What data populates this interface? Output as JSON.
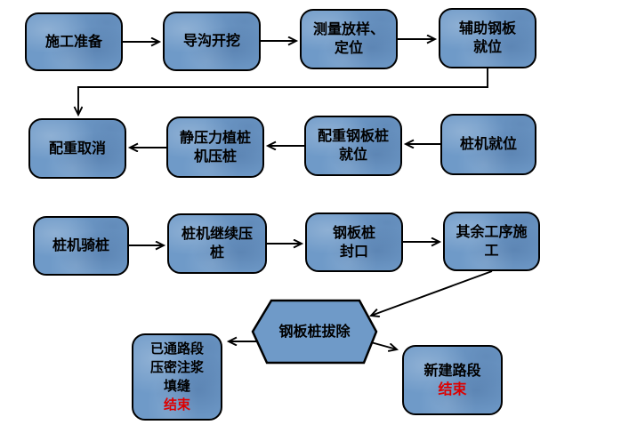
{
  "colors": {
    "node_fill": "#6f9ac8",
    "node_border": "#000000",
    "arrow": "#000000",
    "end_text": "#dd0000"
  },
  "nodes": {
    "prep": {
      "label": "施工准备"
    },
    "trench": {
      "label": "导沟开挖"
    },
    "survey": {
      "label": "测量放样、\n定位"
    },
    "aux_plate": {
      "label": "辅助钢板\n就位"
    },
    "counterweight_cancel": {
      "label": "配重取消"
    },
    "static_pile_press": {
      "label": "静压力植桩\n机压桩"
    },
    "counterweight_plate": {
      "label": "配重钢板桩\n就位"
    },
    "pile_machine_inplace": {
      "label": "桩机就位"
    },
    "pile_machine_ride": {
      "label": "桩机骑桩"
    },
    "continue_press": {
      "label": "桩机继续压\n桩"
    },
    "seal": {
      "label": "钢板桩\n封口"
    },
    "other_works": {
      "label": "其余工序施\n工"
    },
    "extract": {
      "label": "钢板桩拔除"
    },
    "opened_road": {
      "label": "已通路段\n压密注浆\n填缝",
      "end_label": "结束"
    },
    "new_road": {
      "label": "新建路段",
      "end_label": "结束"
    }
  }
}
